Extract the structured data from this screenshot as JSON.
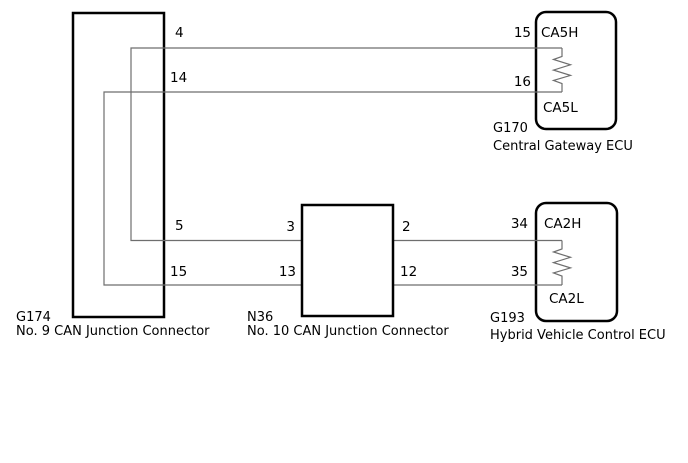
{
  "diagram_type": "CAN bus wiring diagram",
  "colors": {
    "background": "#ffffff",
    "box_outline": "#000000",
    "wire": "#6e6e6e",
    "text": "#000000"
  },
  "icons": {
    "resistor": "resistor-zigzag"
  },
  "connectors": {
    "g174": {
      "code": "G174",
      "label": "No. 9 CAN Junction Connector",
      "pin_4": "4",
      "pin_14": "14",
      "pin_5": "5",
      "pin_15": "15"
    },
    "n36": {
      "code": "N36",
      "label": "No. 10 CAN Junction Connector",
      "pin_3": "3",
      "pin_13": "13",
      "pin_2": "2",
      "pin_12": "12"
    },
    "g170": {
      "code": "G170",
      "label": "Central Gateway ECU",
      "pin_15": "15",
      "pin_16": "16",
      "port_high": "CA5H",
      "port_low": "CA5L"
    },
    "g193": {
      "code": "G193",
      "label": "Hybrid Vehicle Control ECU",
      "pin_34": "34",
      "pin_35": "35",
      "port_high": "CA2H",
      "port_low": "CA2L"
    }
  },
  "connections": [
    "G174 pin 4/5 (CAN-H) to G170 pin 15 CA5H with terminating resistor",
    "G174 pin 14/15 (CAN-L) to G170 pin 16 CA5L with terminating resistor",
    "G174 pin 5 through N36 pins 3-2 to G193 pin 34 CA2H with terminating resistor",
    "G174 pin 15 through N36 pins 13-12 to G193 pin 35 CA2L with terminating resistor"
  ]
}
